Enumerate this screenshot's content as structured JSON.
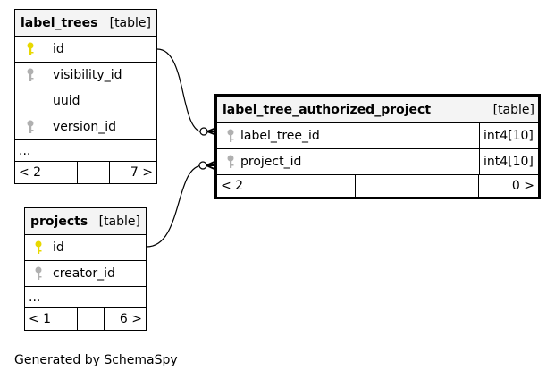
{
  "tables": {
    "label_trees": {
      "name": "label_trees",
      "kind": "[table]",
      "columns": [
        {
          "name": "id",
          "key": "primary"
        },
        {
          "name": "visibility_id",
          "key": "foreign"
        },
        {
          "name": "uuid",
          "key": "none"
        },
        {
          "name": "version_id",
          "key": "foreign"
        }
      ],
      "more": "...",
      "parents": "< 2",
      "children": "7 >"
    },
    "projects": {
      "name": "projects",
      "kind": "[table]",
      "columns": [
        {
          "name": "id",
          "key": "primary"
        },
        {
          "name": "creator_id",
          "key": "foreign"
        }
      ],
      "more": "...",
      "parents": "< 1",
      "children": "6 >"
    },
    "label_tree_authorized_project": {
      "name": "label_tree_authorized_project",
      "kind": "[table]",
      "columns": [
        {
          "name": "label_tree_id",
          "key": "foreign",
          "type": "int4[10]"
        },
        {
          "name": "project_id",
          "key": "foreign",
          "type": "int4[10]"
        }
      ],
      "parents": "< 2",
      "children": "0 >"
    }
  },
  "credit": "Generated by SchemaSpy",
  "colors": {
    "primary_key": "#e8d800",
    "foreign_key": "#b0b0b0",
    "header_bg": "#f4f4f4"
  },
  "icons": {
    "primary_key": "key-icon",
    "foreign_key": "foreign-key-icon"
  }
}
